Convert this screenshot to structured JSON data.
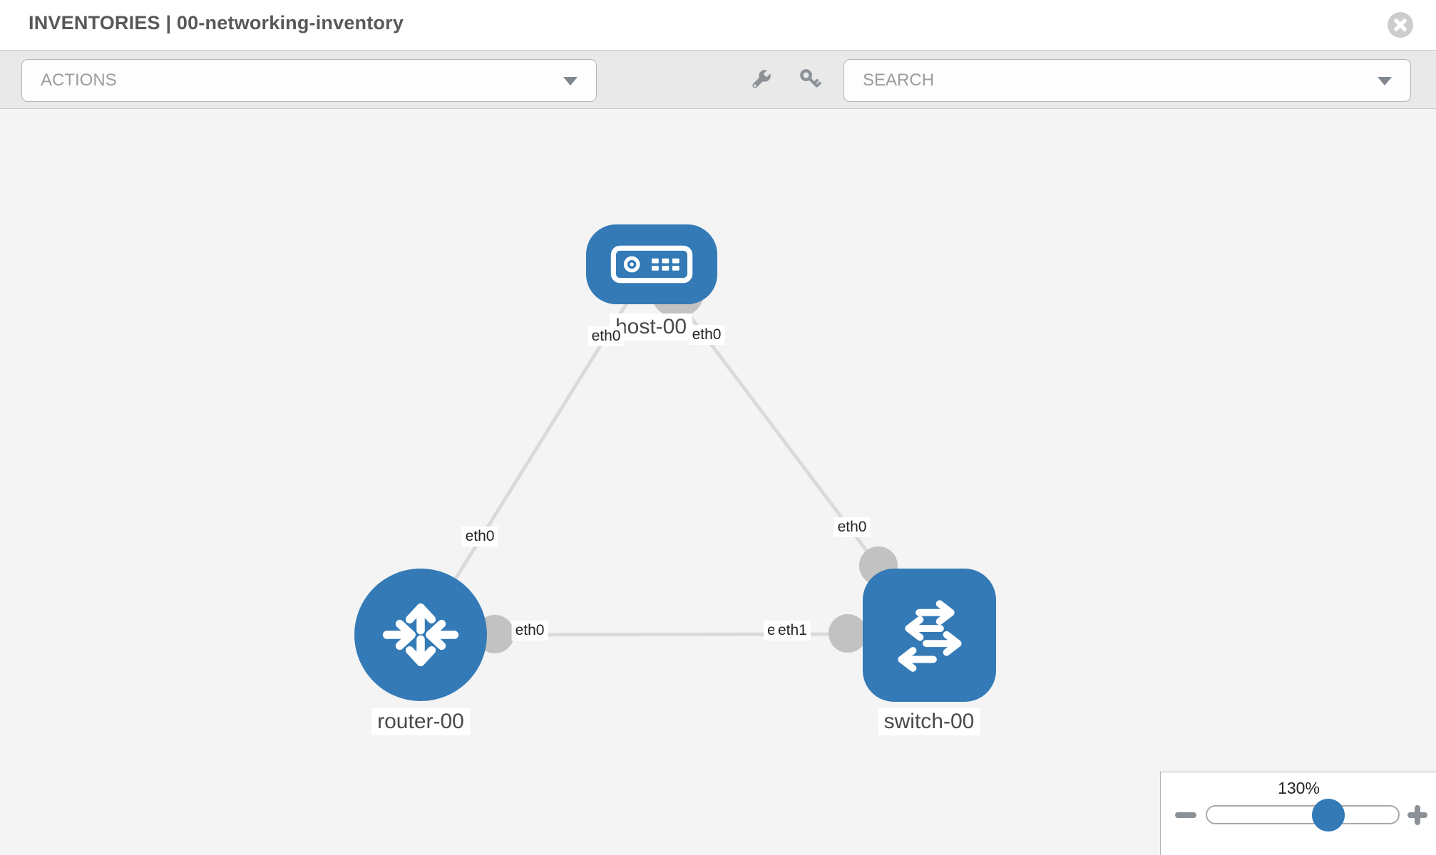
{
  "header": {
    "title": "INVENTORIES | 00-networking-inventory"
  },
  "toolbar": {
    "actions": {
      "placeholder": "ACTIONS"
    },
    "search": {
      "placeholder": "SEARCH"
    },
    "icons": [
      "wrench-icon",
      "key-icon"
    ]
  },
  "topology": {
    "nodes": [
      {
        "label": "host-00",
        "type": "host"
      },
      {
        "label": "router-00",
        "type": "router"
      },
      {
        "label": "switch-00",
        "type": "switch"
      }
    ],
    "links": [
      {
        "from": "host-00",
        "to": "router-00",
        "from_if": "eth0",
        "to_if": "eth0"
      },
      {
        "from": "host-00",
        "to": "switch-00",
        "from_if": "eth0",
        "to_if": "eth0"
      },
      {
        "from": "router-00",
        "to": "switch-00",
        "from_if": "eth0",
        "to_if": "eth1",
        "overlapped_if": "eth0"
      }
    ]
  },
  "zoom": {
    "value": "130%",
    "slider_percent": 63
  },
  "colors": {
    "node_blue": "#337ab7",
    "link_gray": "#dadada",
    "interface_dot_gray": "#c2c2c2",
    "toolbar_icon_gray": "#8b9197"
  }
}
